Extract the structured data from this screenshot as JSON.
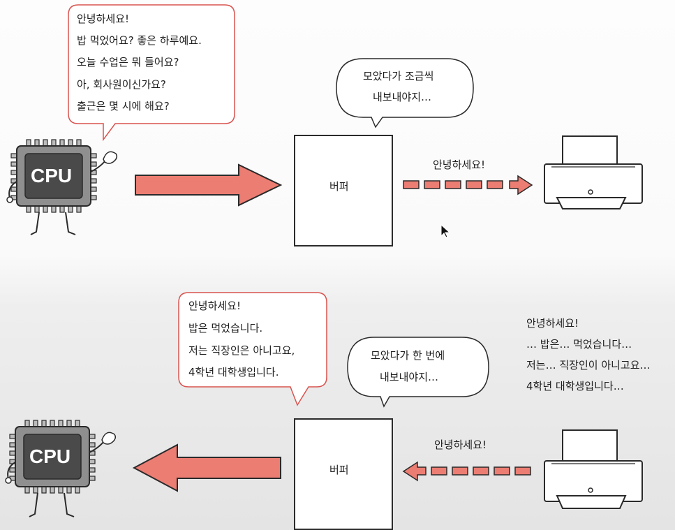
{
  "top": {
    "cpu_bubble_lines": [
      "안녕하세요!",
      "밥 먹었어요? 좋은 하루예요.",
      "오늘 수업은 뭐 들어요?",
      "아, 회사원이신가요?",
      "출근은 몇 시에 해요?"
    ],
    "cpu_label": "CPU",
    "buffer_bubble_lines": [
      "모았다가 조금씩",
      "내보내야지…"
    ],
    "buffer_label": "버퍼",
    "printer_message": "안녕하세요!"
  },
  "bottom": {
    "buffer_bubble_lines": [
      "안녕하세요!",
      "밥은 먹었습니다.",
      "저는 직장인은 아니고요,",
      "4학년 대학생입니다."
    ],
    "buffer_thought_lines": [
      "모았다가 한 번에",
      "내보내야지…"
    ],
    "printer_text_lines": [
      "안녕하세요!",
      "… 밥은… 먹었습니다…",
      "저는… 직장인이 아니고요…",
      "4학년 대학생입니다…"
    ],
    "printer_message": "안녕하세요!",
    "buffer_label": "버퍼",
    "cpu_label": "CPU"
  },
  "colors": {
    "arrow_fill": "#ec7d73",
    "outline": "#2a2a2a",
    "cpu_body": "#8f8f8f",
    "cpu_core": "#4a4a4a",
    "bubble_border": "#d9534f"
  }
}
